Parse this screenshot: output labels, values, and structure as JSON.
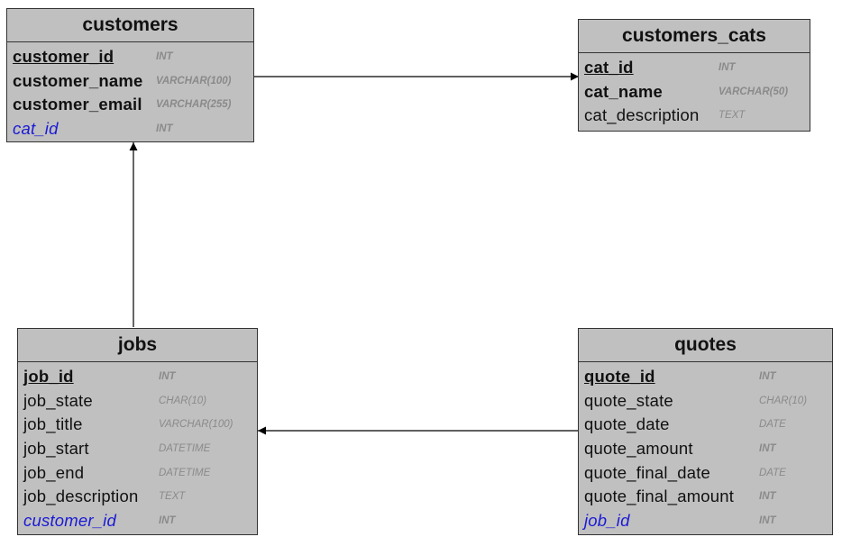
{
  "entities": {
    "customers": {
      "title": "customers",
      "columns": [
        {
          "name": "customer_id",
          "type": "INT",
          "kind": "pk"
        },
        {
          "name": "customer_name",
          "type": "VARCHAR(100)",
          "kind": "bold"
        },
        {
          "name": "customer_email",
          "type": "VARCHAR(255)",
          "kind": "bold"
        },
        {
          "name": "cat_id",
          "type": "INT",
          "kind": "fk"
        }
      ]
    },
    "customers_cats": {
      "title": "customers_cats",
      "columns": [
        {
          "name": "cat_id",
          "type": "INT",
          "kind": "pk"
        },
        {
          "name": "cat_name",
          "type": "VARCHAR(50)",
          "kind": "bold"
        },
        {
          "name": "cat_description",
          "type": "TEXT",
          "kind": "plain"
        }
      ]
    },
    "jobs": {
      "title": "jobs",
      "columns": [
        {
          "name": "job_id",
          "type": "INT",
          "kind": "pk"
        },
        {
          "name": "job_state",
          "type": "CHAR(10)",
          "kind": "plain"
        },
        {
          "name": "job_title",
          "type": "VARCHAR(100)",
          "kind": "plain"
        },
        {
          "name": "job_start",
          "type": "DATETIME",
          "kind": "plain"
        },
        {
          "name": "job_end",
          "type": "DATETIME",
          "kind": "plain"
        },
        {
          "name": "job_description",
          "type": "TEXT",
          "kind": "plain"
        },
        {
          "name": "customer_id",
          "type": "INT",
          "kind": "fk"
        }
      ]
    },
    "quotes": {
      "title": "quotes",
      "columns": [
        {
          "name": "quote_id",
          "type": "INT",
          "kind": "pk"
        },
        {
          "name": "quote_state",
          "type": "CHAR(10)",
          "kind": "plain"
        },
        {
          "name": "quote_date",
          "type": "DATE",
          "kind": "plain"
        },
        {
          "name": "quote_amount",
          "type": "INT",
          "kind": "plain"
        },
        {
          "name": "quote_final_date",
          "type": "DATE",
          "kind": "plain"
        },
        {
          "name": "quote_final_amount",
          "type": "INT",
          "kind": "plain"
        },
        {
          "name": "job_id",
          "type": "INT",
          "kind": "fk"
        }
      ]
    }
  },
  "relationships": [
    {
      "from": "customers",
      "to": "customers_cats"
    },
    {
      "from": "jobs",
      "to": "customers"
    },
    {
      "from": "quotes",
      "to": "jobs"
    }
  ],
  "colors": {
    "table_fill": "#c0c0c0",
    "border": "#333333",
    "foreign_key_text": "#1a1ad6",
    "type_text": "#8a8a8a"
  }
}
